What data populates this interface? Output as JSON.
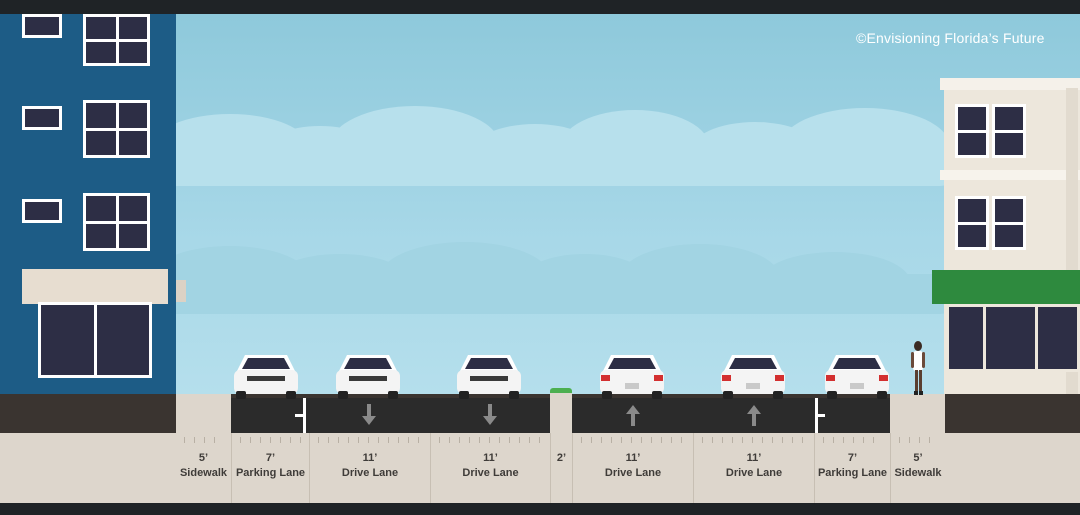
{
  "credit": "©Envisioning Florida’s Future",
  "segments": [
    {
      "width": "5’",
      "name": "Sidewalk"
    },
    {
      "width": "7’",
      "name": "Parking Lane"
    },
    {
      "width": "11’",
      "name": "Drive Lane"
    },
    {
      "width": "11’",
      "name": "Drive Lane"
    },
    {
      "width": "2’",
      "name": ""
    },
    {
      "width": "11’",
      "name": "Drive Lane"
    },
    {
      "width": "11’",
      "name": "Drive Lane"
    },
    {
      "width": "7’",
      "name": "Parking Lane"
    },
    {
      "width": "5’",
      "name": "Sidewalk"
    }
  ],
  "icons": {
    "lane_arrow_down": "arrow-down-icon",
    "lane_arrow_up": "arrow-up-icon",
    "car_front": "car-front-icon",
    "car_rear": "car-rear-icon",
    "pedestrian": "pedestrian-icon"
  },
  "colors": {
    "sky": "#a8d8e8",
    "left_building": "#1d5c86",
    "right_awning": "#2e8a3e",
    "asphalt": "#2b2b2b",
    "sidewalk": "#ddd6cc",
    "taillight": "#d32f2f"
  }
}
